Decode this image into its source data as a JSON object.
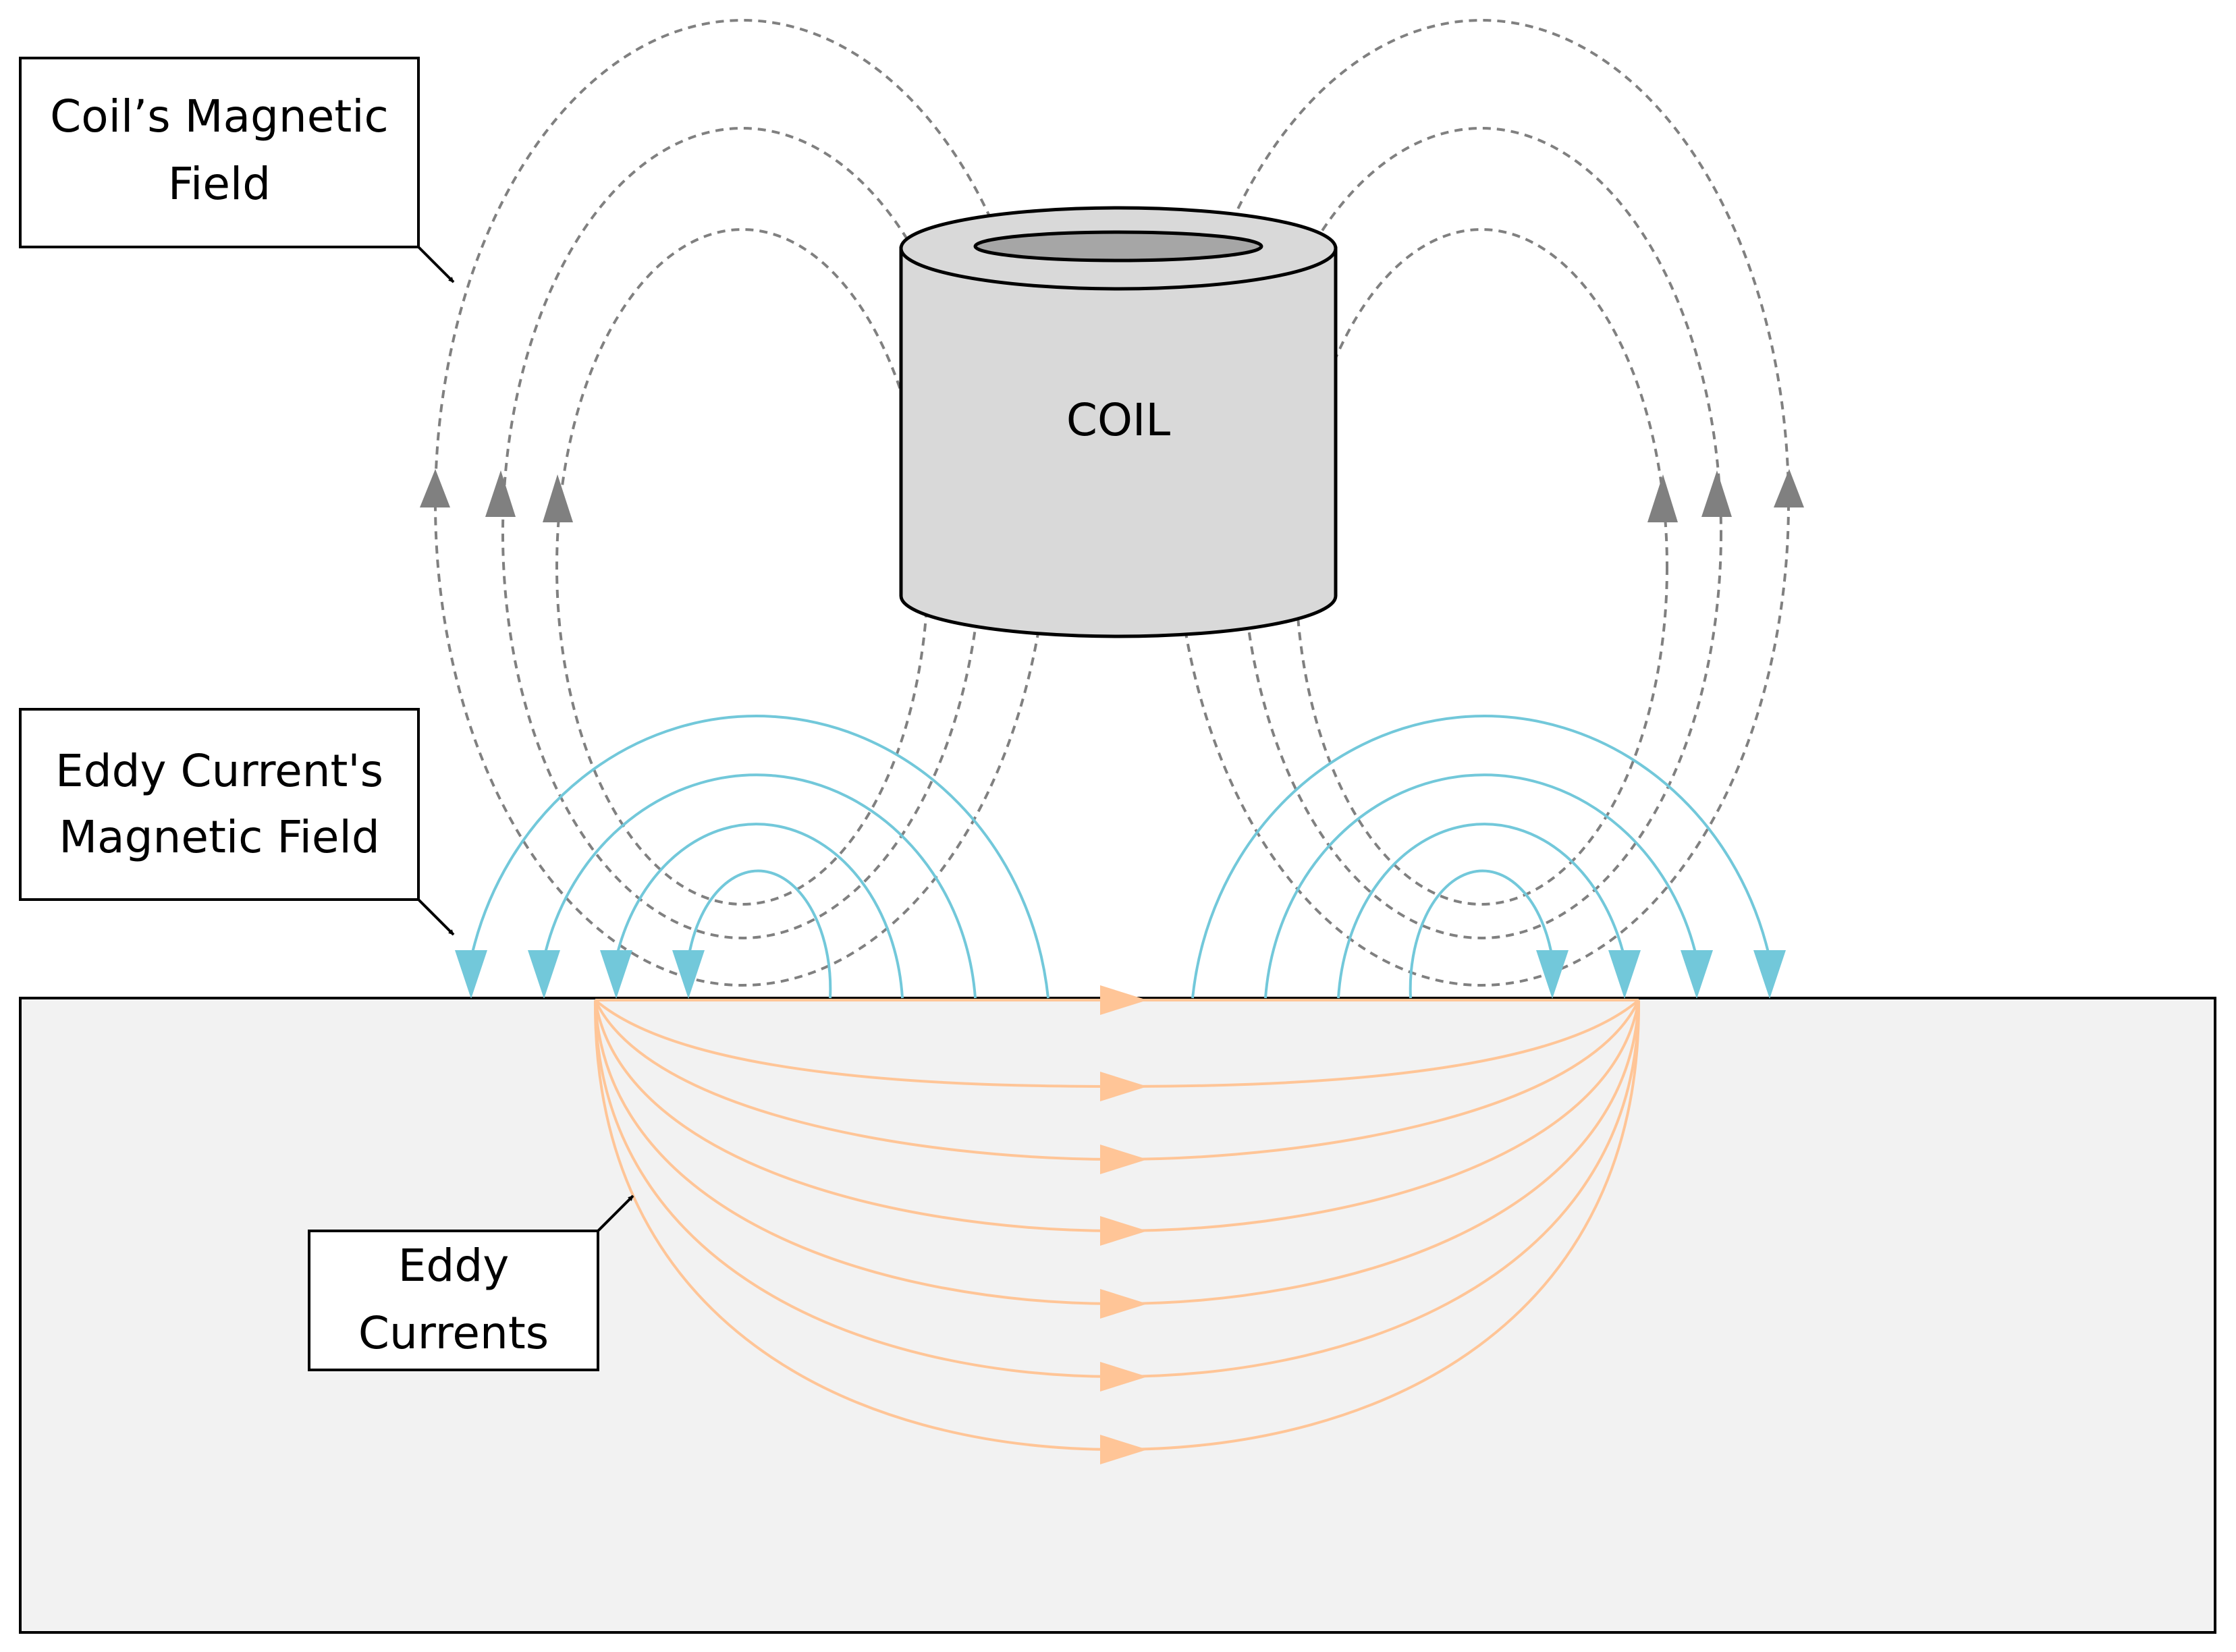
{
  "labels": {
    "coil_field_line1": "Coil’s Magnetic",
    "coil_field_line2": "Field",
    "eddy_field_line1": "Eddy Current's",
    "eddy_field_line2": "Magnetic Field",
    "eddy_currents_line1": "Eddy",
    "eddy_currents_line2": "Currents",
    "coil": "COIL"
  },
  "colors": {
    "coil_field": "#808080",
    "eddy_field": "#72c8da",
    "eddy_currents": "#ffc597",
    "coil_body": "#d9d9d9",
    "coil_hole": "#a6a6a6",
    "material": "#f2f2f2",
    "outline": "#000000"
  }
}
